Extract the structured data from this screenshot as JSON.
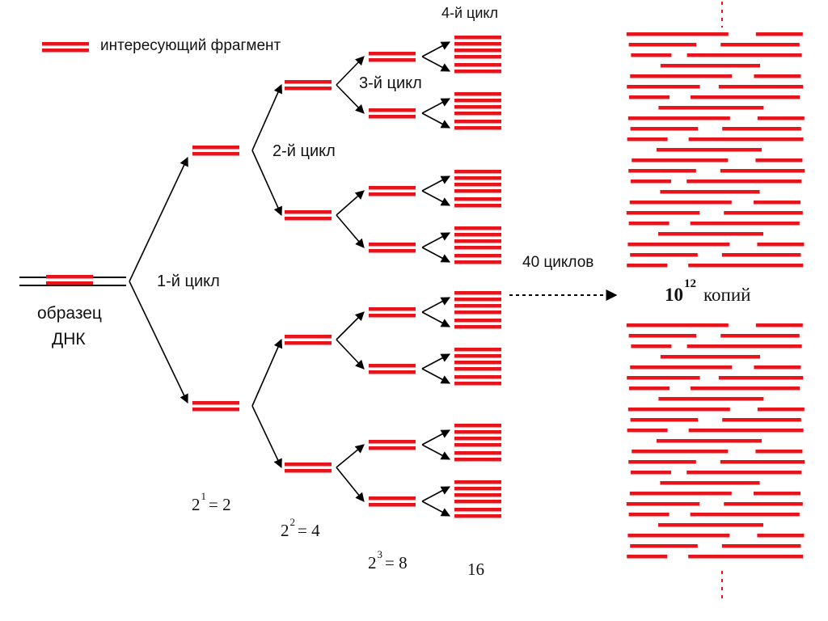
{
  "colors": {
    "fragment": "#e8141b",
    "line": "#000000",
    "text": "#111111"
  },
  "legend": {
    "label": "интересующий фрагмент"
  },
  "sample": {
    "line1": "образец",
    "line2": "ДНК"
  },
  "cycles": {
    "c1": "1-й цикл",
    "c2": "2-й цикл",
    "c3": "3-й цикл",
    "c4": "4-й цикл"
  },
  "counts": {
    "c1": {
      "base": "2",
      "exp": "1",
      "rest": "= 2"
    },
    "c2": {
      "base": "2",
      "exp": "2",
      "rest": "= 4"
    },
    "c3": {
      "base": "2",
      "exp": "3",
      "rest": "= 8"
    },
    "c4": "16"
  },
  "arrow_label": "40 циклов",
  "result": {
    "base": "10",
    "exp": "12",
    "text": "копий"
  }
}
